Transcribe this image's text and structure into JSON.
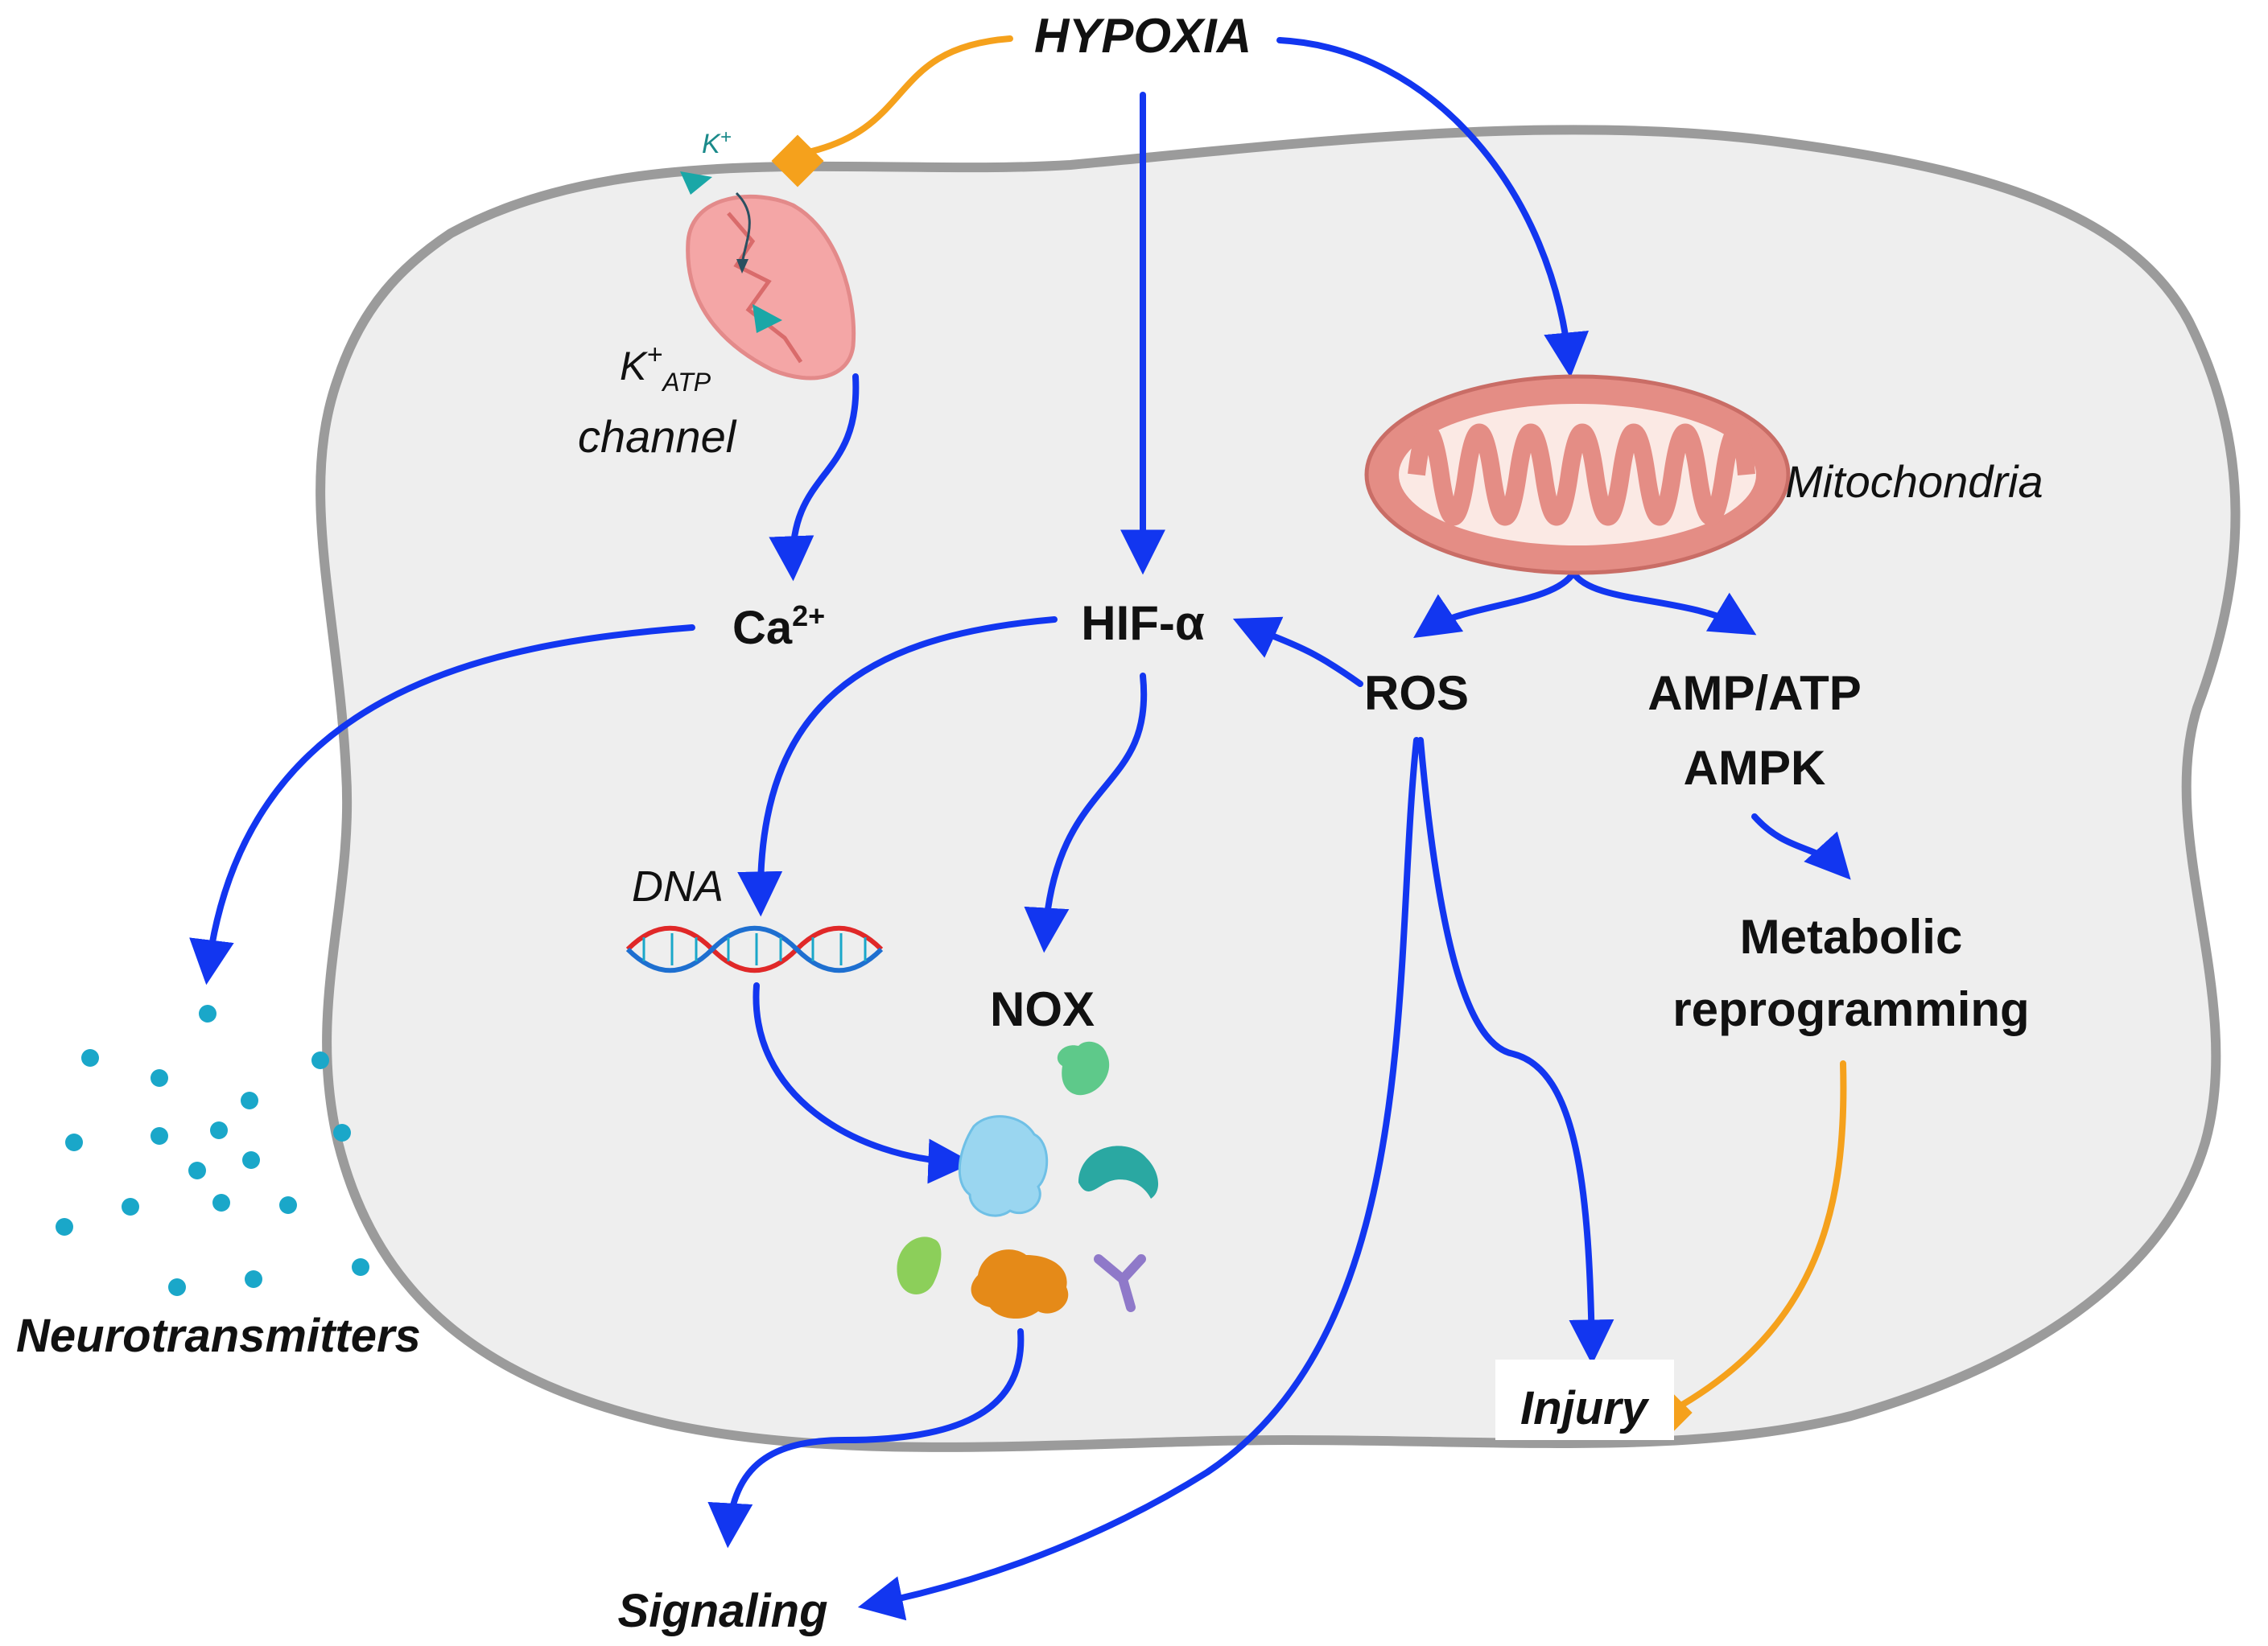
{
  "colors": {
    "activation_arrow": "#1236f0",
    "inhibition_line": "#f5a11c",
    "cell_fill": "#eeeeee",
    "cell_border": "#9b9b9b",
    "neurotransmitter": "#1aa7c9",
    "mitochondria": "#e48d85",
    "channel": "#f4a6a6"
  },
  "labels": {
    "hypoxia": "HYPOXIA",
    "k_main": "K",
    "k_sup": "+",
    "k_sub": "ATP",
    "channel": "channel",
    "k_ion": "K",
    "k_ion_sup": "+",
    "mitochondria": "Mitochondria",
    "ca_main": "Ca",
    "ca_sup": "2+",
    "hif": "HIF-α",
    "ros": "ROS",
    "amp_atp": "AMP/ATP",
    "ampk": "AMPK",
    "dna": "DNA",
    "nox": "NOX",
    "metabolic_line1": "Metabolic",
    "metabolic_line2": "reprogramming",
    "neurotransmitters": "Neurotransmitters",
    "injury": "Injury",
    "signaling": "Signaling"
  },
  "icons": {
    "channel": "katp-channel-icon",
    "mitochondria": "mitochondria-icon",
    "dna": "dna-helix-icon",
    "proteins": "protein-cluster-icon",
    "neurotransmitters": "neurotransmitter-dots-icon"
  }
}
